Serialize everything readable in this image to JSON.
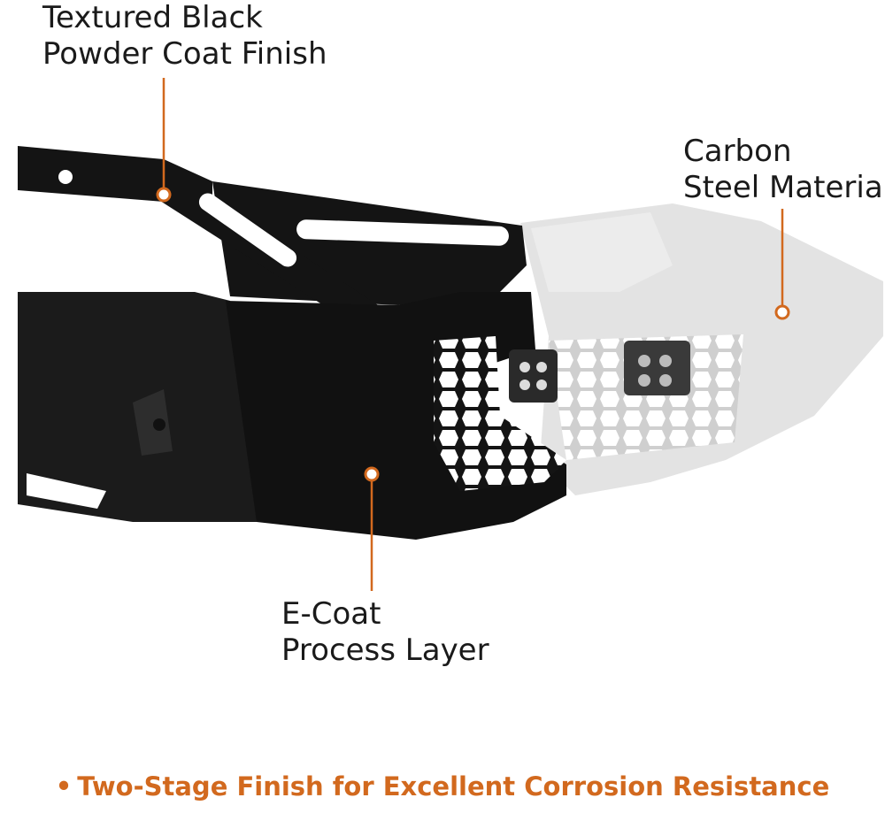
{
  "colors": {
    "accent": "#d2691e",
    "steel_black": "#141414",
    "steel_grey": "#e3e3e3",
    "text": "#1a1a1a"
  },
  "callouts": [
    {
      "id": "powder-coat",
      "lines": [
        "Textured Black",
        "Powder Coat Finish"
      ]
    },
    {
      "id": "carbon-steel",
      "lines": [
        "Carbon",
        "Steel Material"
      ]
    },
    {
      "id": "e-coat",
      "lines": [
        "E-Coat",
        "Process Layer"
      ]
    }
  ],
  "footer": {
    "bullet": "•",
    "text": "Two-Stage Finish for Excellent Corrosion Resistance"
  }
}
